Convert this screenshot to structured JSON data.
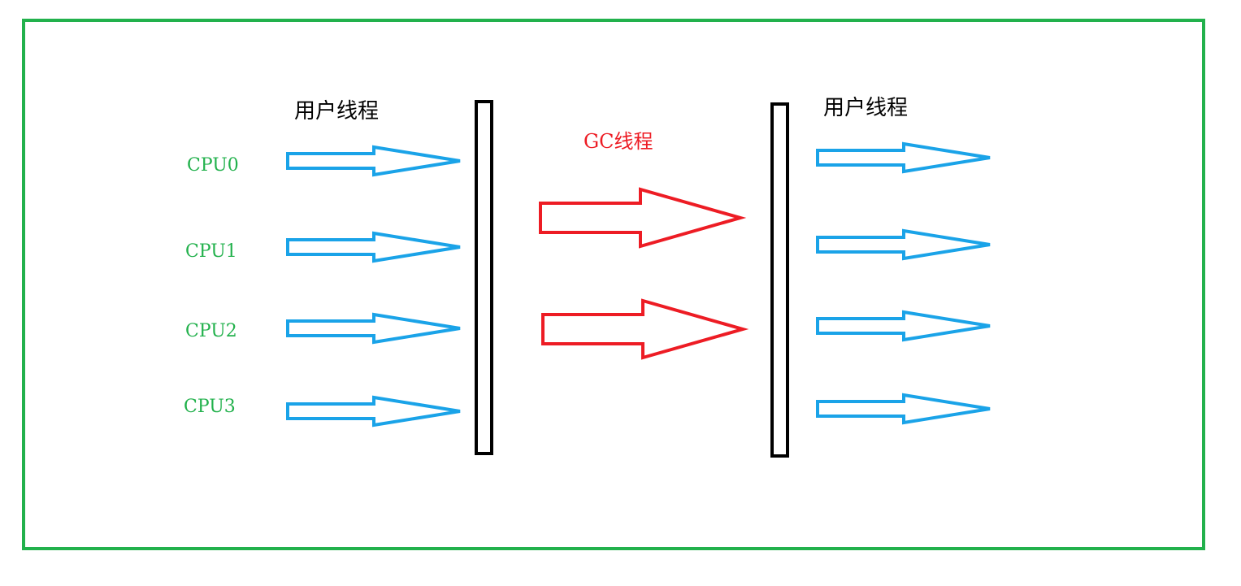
{
  "colors": {
    "frame": "#22b14c",
    "cpu_label": "#22b14c",
    "user_arrow": "#1aa3e8",
    "gc_arrow": "#ed1c24",
    "gc_label": "#ed1c24",
    "barrier": "#000000",
    "user_label": "#000000"
  },
  "labels": {
    "user_thread_left": "用户线程",
    "user_thread_right": "用户线程",
    "gc_thread": "GC线程"
  },
  "cpus": [
    {
      "label": "CPU0"
    },
    {
      "label": "CPU1"
    },
    {
      "label": "CPU2"
    },
    {
      "label": "CPU3"
    }
  ],
  "gc_thread_count": 2
}
